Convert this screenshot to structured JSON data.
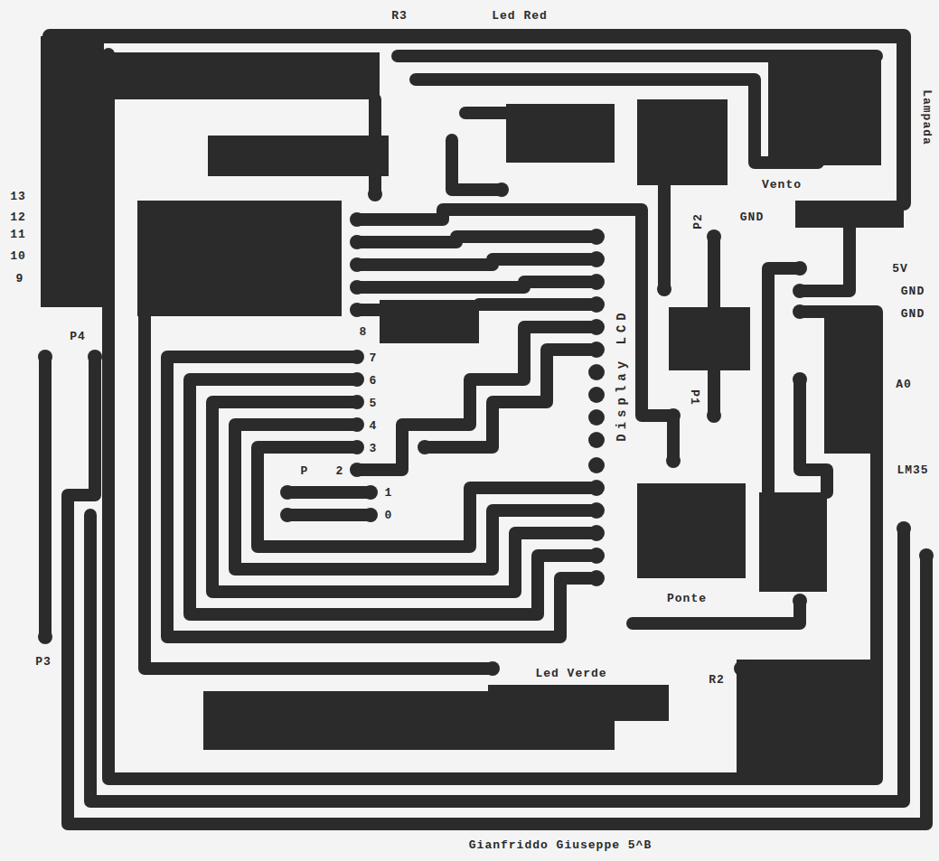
{
  "diagram": {
    "labels": [
      "R3",
      "Led Red",
      "Lampada",
      "Vento",
      "GND",
      "P2",
      "5V",
      "GND",
      "GND",
      "A0",
      "LM35",
      "13",
      "12",
      "11",
      "10",
      "9",
      "P4",
      "8",
      "7",
      "6",
      "5",
      "4",
      "3",
      "P",
      "2",
      "1",
      "0",
      "Display LCD",
      "P1",
      "Ponte",
      "Led Verde",
      "R2",
      "P3",
      "Gianfriddo Giuseppe 5^B"
    ]
  }
}
